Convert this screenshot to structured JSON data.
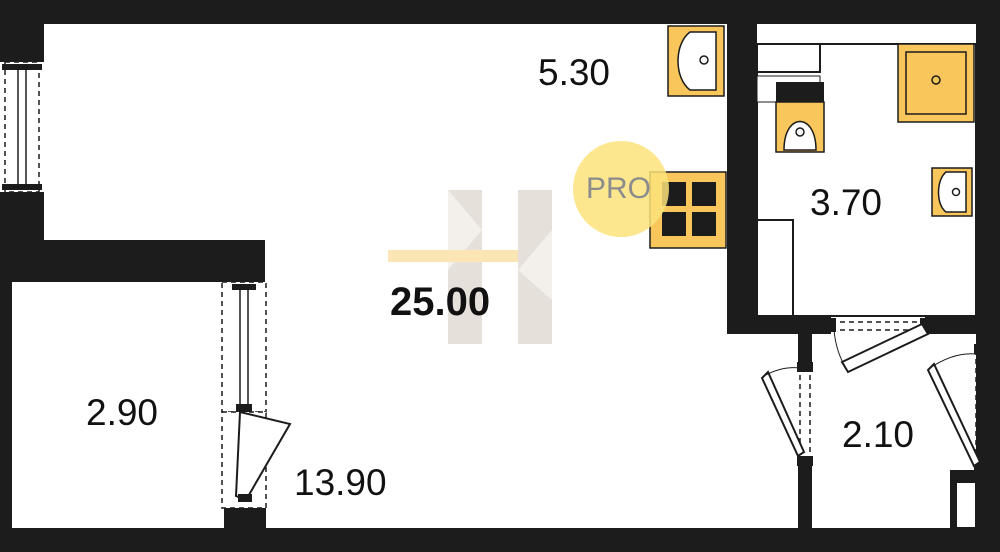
{
  "total_area": "25.00",
  "rooms": {
    "kitchen": "5.30",
    "bathroom": "3.70",
    "balcony": "2.90",
    "living_room": "13.90",
    "hallway": "2.10"
  },
  "watermark": {
    "badge_text": "PRO"
  },
  "colors": {
    "wall": "#1c1c1c",
    "fixture": "#f8c65a",
    "accent": "#fbe27a"
  }
}
